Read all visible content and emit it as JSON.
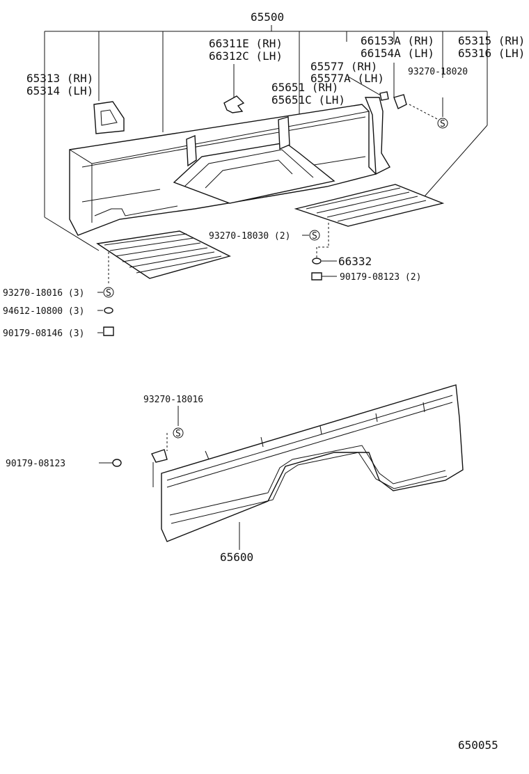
{
  "labels": {
    "p65500": "65500",
    "p66311e": "66311E (RH)",
    "p66312c": "66312C (LH)",
    "p66153a": "66153A (RH)",
    "p66154a": "66154A (LH)",
    "p65315": "65315 (RH)",
    "p65316": "65316 (LH)",
    "p65313": "65313 (RH)",
    "p65314": "65314 (LH)",
    "p65577": "65577  (RH)",
    "p65577a": "65577A (LH)",
    "p93270_18020": "93270-18020",
    "p65651": "65651  (RH)",
    "p65651c": "65651C (LH)",
    "p93270_18030": "93270-18030 (2)",
    "p66332": "66332",
    "p90179_08123_2": "90179-08123 (2)",
    "p93270_18016_3": "93270-18016 (3)",
    "p94612_10800_3": "94612-10800 (3)",
    "p90179_08146_3": "90179-08146 (3)",
    "p93270_18016": "93270-18016",
    "p90179_08123": "90179-08123",
    "p65600": "65600",
    "code": "650055"
  },
  "marks": {
    "s": "S"
  }
}
